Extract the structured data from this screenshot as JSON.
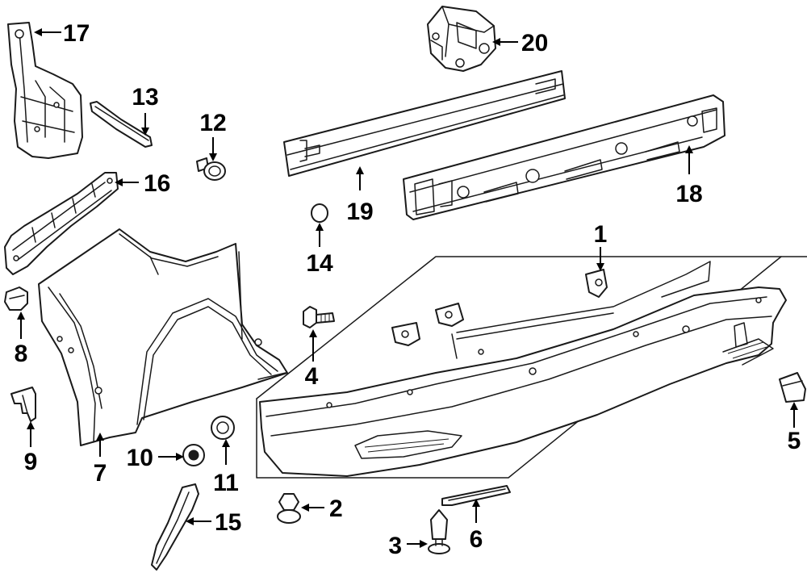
{
  "callouts": {
    "c1": "1",
    "c2": "2",
    "c3": "3",
    "c4": "4",
    "c5": "5",
    "c6": "6",
    "c7": "7",
    "c8": "8",
    "c9": "9",
    "c10": "10",
    "c11": "11",
    "c12": "12",
    "c13": "13",
    "c14": "14",
    "c15": "15",
    "c16": "16",
    "c17": "17",
    "c18": "18",
    "c19": "19",
    "c20": "20"
  },
  "colors": {
    "line": "#1a1a1a",
    "background": "#ffffff"
  }
}
